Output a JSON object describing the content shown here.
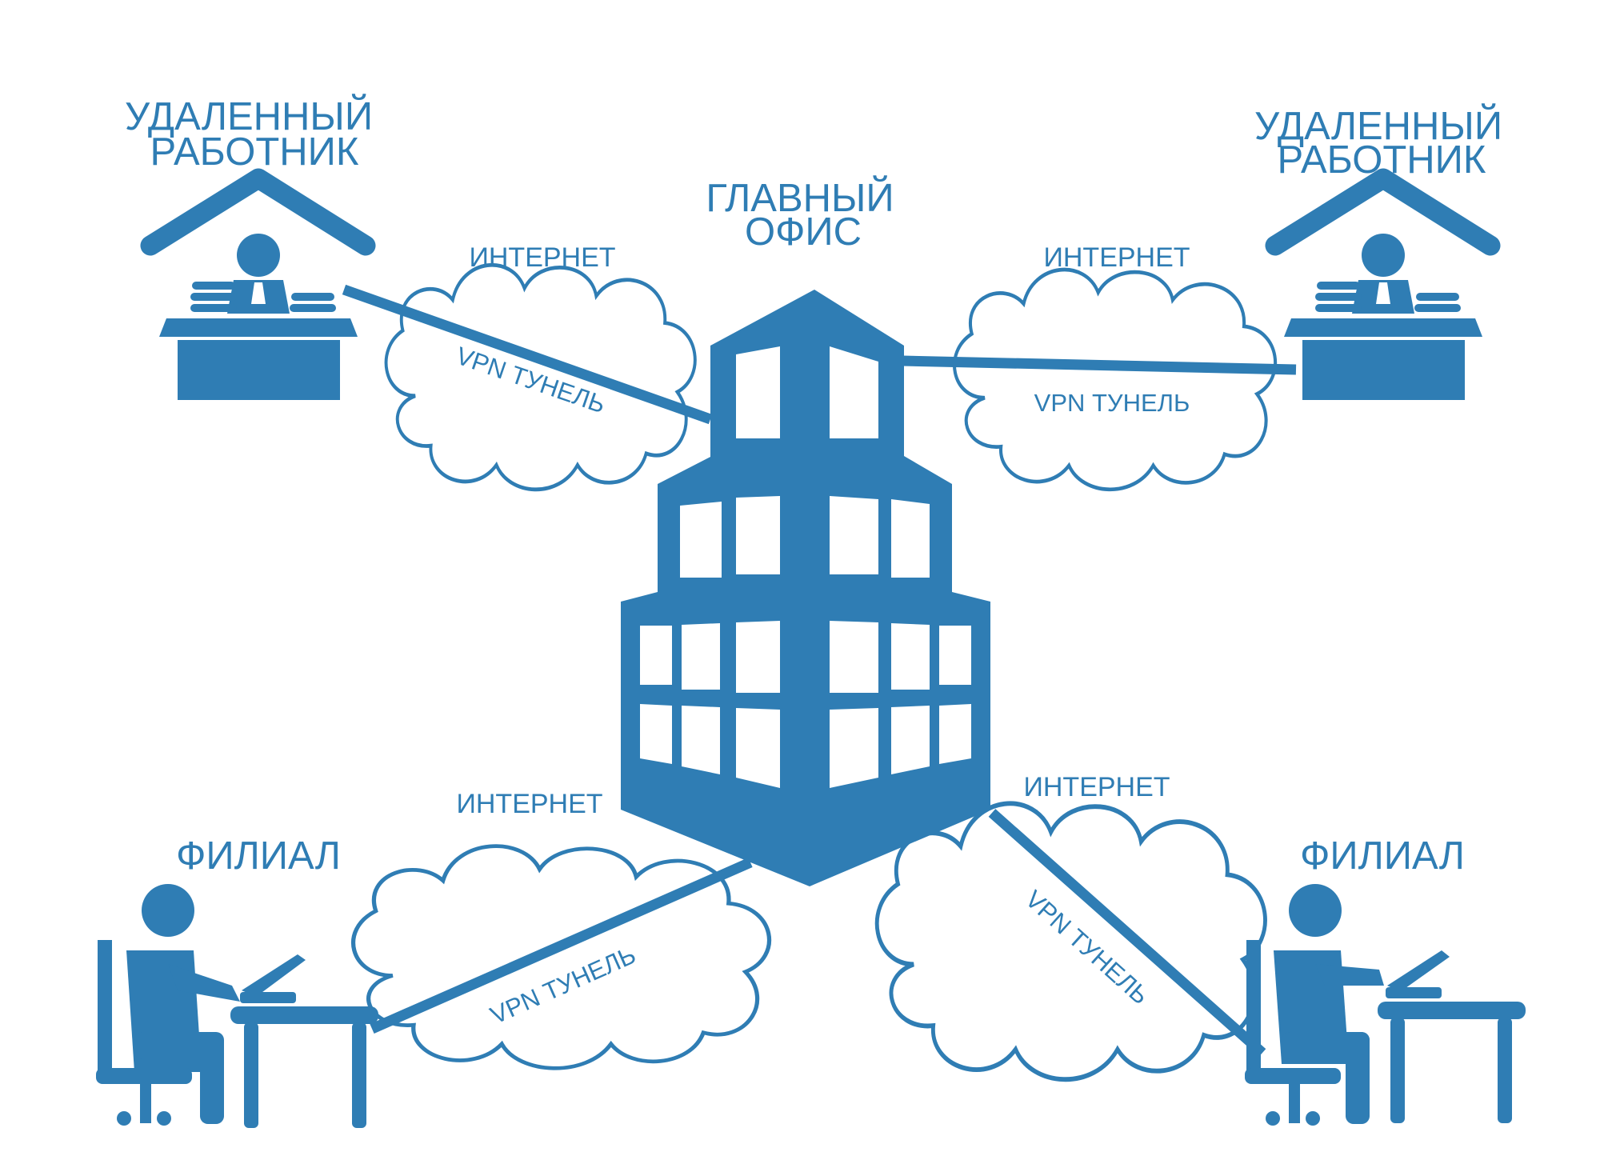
{
  "colors": {
    "accent": "#2f7db4",
    "background": "#ffffff"
  },
  "labels": {
    "main_office": {
      "line1": "ГЛАВНЫЙ",
      "line2": "ОФИС"
    },
    "remote_worker_left": {
      "line1": "УДАЛЕННЫЙ",
      "line2": "РАБОТНИК"
    },
    "remote_worker_right": {
      "line1": "УДАЛЕННЫЙ",
      "line2": "РАБОТНИК"
    },
    "branch_left": "ФИЛИАЛ",
    "branch_right": "ФИЛИАЛ",
    "internet_top_left": "ИНТЕРНЕТ",
    "internet_top_right": "ИНТЕРНЕТ",
    "internet_bottom_left": "ИНТЕРНЕТ",
    "internet_bottom_right": "ИНТЕРНЕТ",
    "vpn_top_left": "VPN ТУНЕЛЬ",
    "vpn_top_right": "VPN ТУНЕЛЬ",
    "vpn_bottom_left": "VPN ТУНЕЛЬ",
    "vpn_bottom_right": "VPN ТУНЕЛЬ"
  },
  "icons": {
    "main_office": "office-building-icon",
    "remote_worker": "home-office-worker-icon",
    "branch": "branch-worker-laptop-icon",
    "internet": "cloud-icon"
  }
}
